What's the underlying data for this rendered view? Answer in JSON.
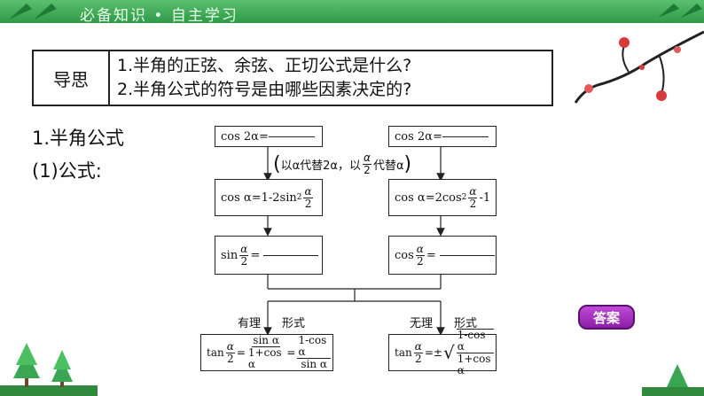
{
  "header": {
    "title": "必备知识 • 自主学习"
  },
  "guide": {
    "label": "导思",
    "q1": "1.半角的正弦、余弦、正切公式是什么?",
    "q2": "2.半角公式的符号是由哪些因素决定的?"
  },
  "section_title": "1.半角公式",
  "sub_title": "(1)公式:",
  "flow": {
    "left_top": "cos 2α=",
    "right_top": "cos 2α=",
    "substitution": {
      "prefix": "以α代替2α，以",
      "num": "α",
      "den": "2",
      "suffix": "代替α"
    },
    "left_mid": {
      "lhs": "cos α=1-2sin",
      "sup": "2",
      "num": "α",
      "den": "2"
    },
    "right_mid": {
      "lhs": "cos α=2cos",
      "sup": "2",
      "num": "α",
      "den": "2",
      "tail": "-1"
    },
    "left_sin": {
      "fn": "sin",
      "num": "α",
      "den": "2",
      "eq": "="
    },
    "right_cos": {
      "fn": "cos",
      "num": "α",
      "den": "2",
      "eq": "="
    },
    "rational_label": "有理",
    "irrational_label": "无理",
    "form_label": "形式",
    "tan_rational": {
      "fn": "tan",
      "num": "α",
      "den": "2",
      "f1_num": "sin α",
      "f1_den": "1+cos α",
      "f2_num": "1-cos α",
      "f2_den": "sin α"
    },
    "tan_irrational": {
      "fn": "tan",
      "num": "α",
      "den": "2",
      "pm": "=±",
      "r_num": "1-cos α",
      "r_den": "1+cos α"
    }
  },
  "answer_button": "答案",
  "colors": {
    "header_green": "#3aa552",
    "answer_purple": "#9a2cb8"
  }
}
